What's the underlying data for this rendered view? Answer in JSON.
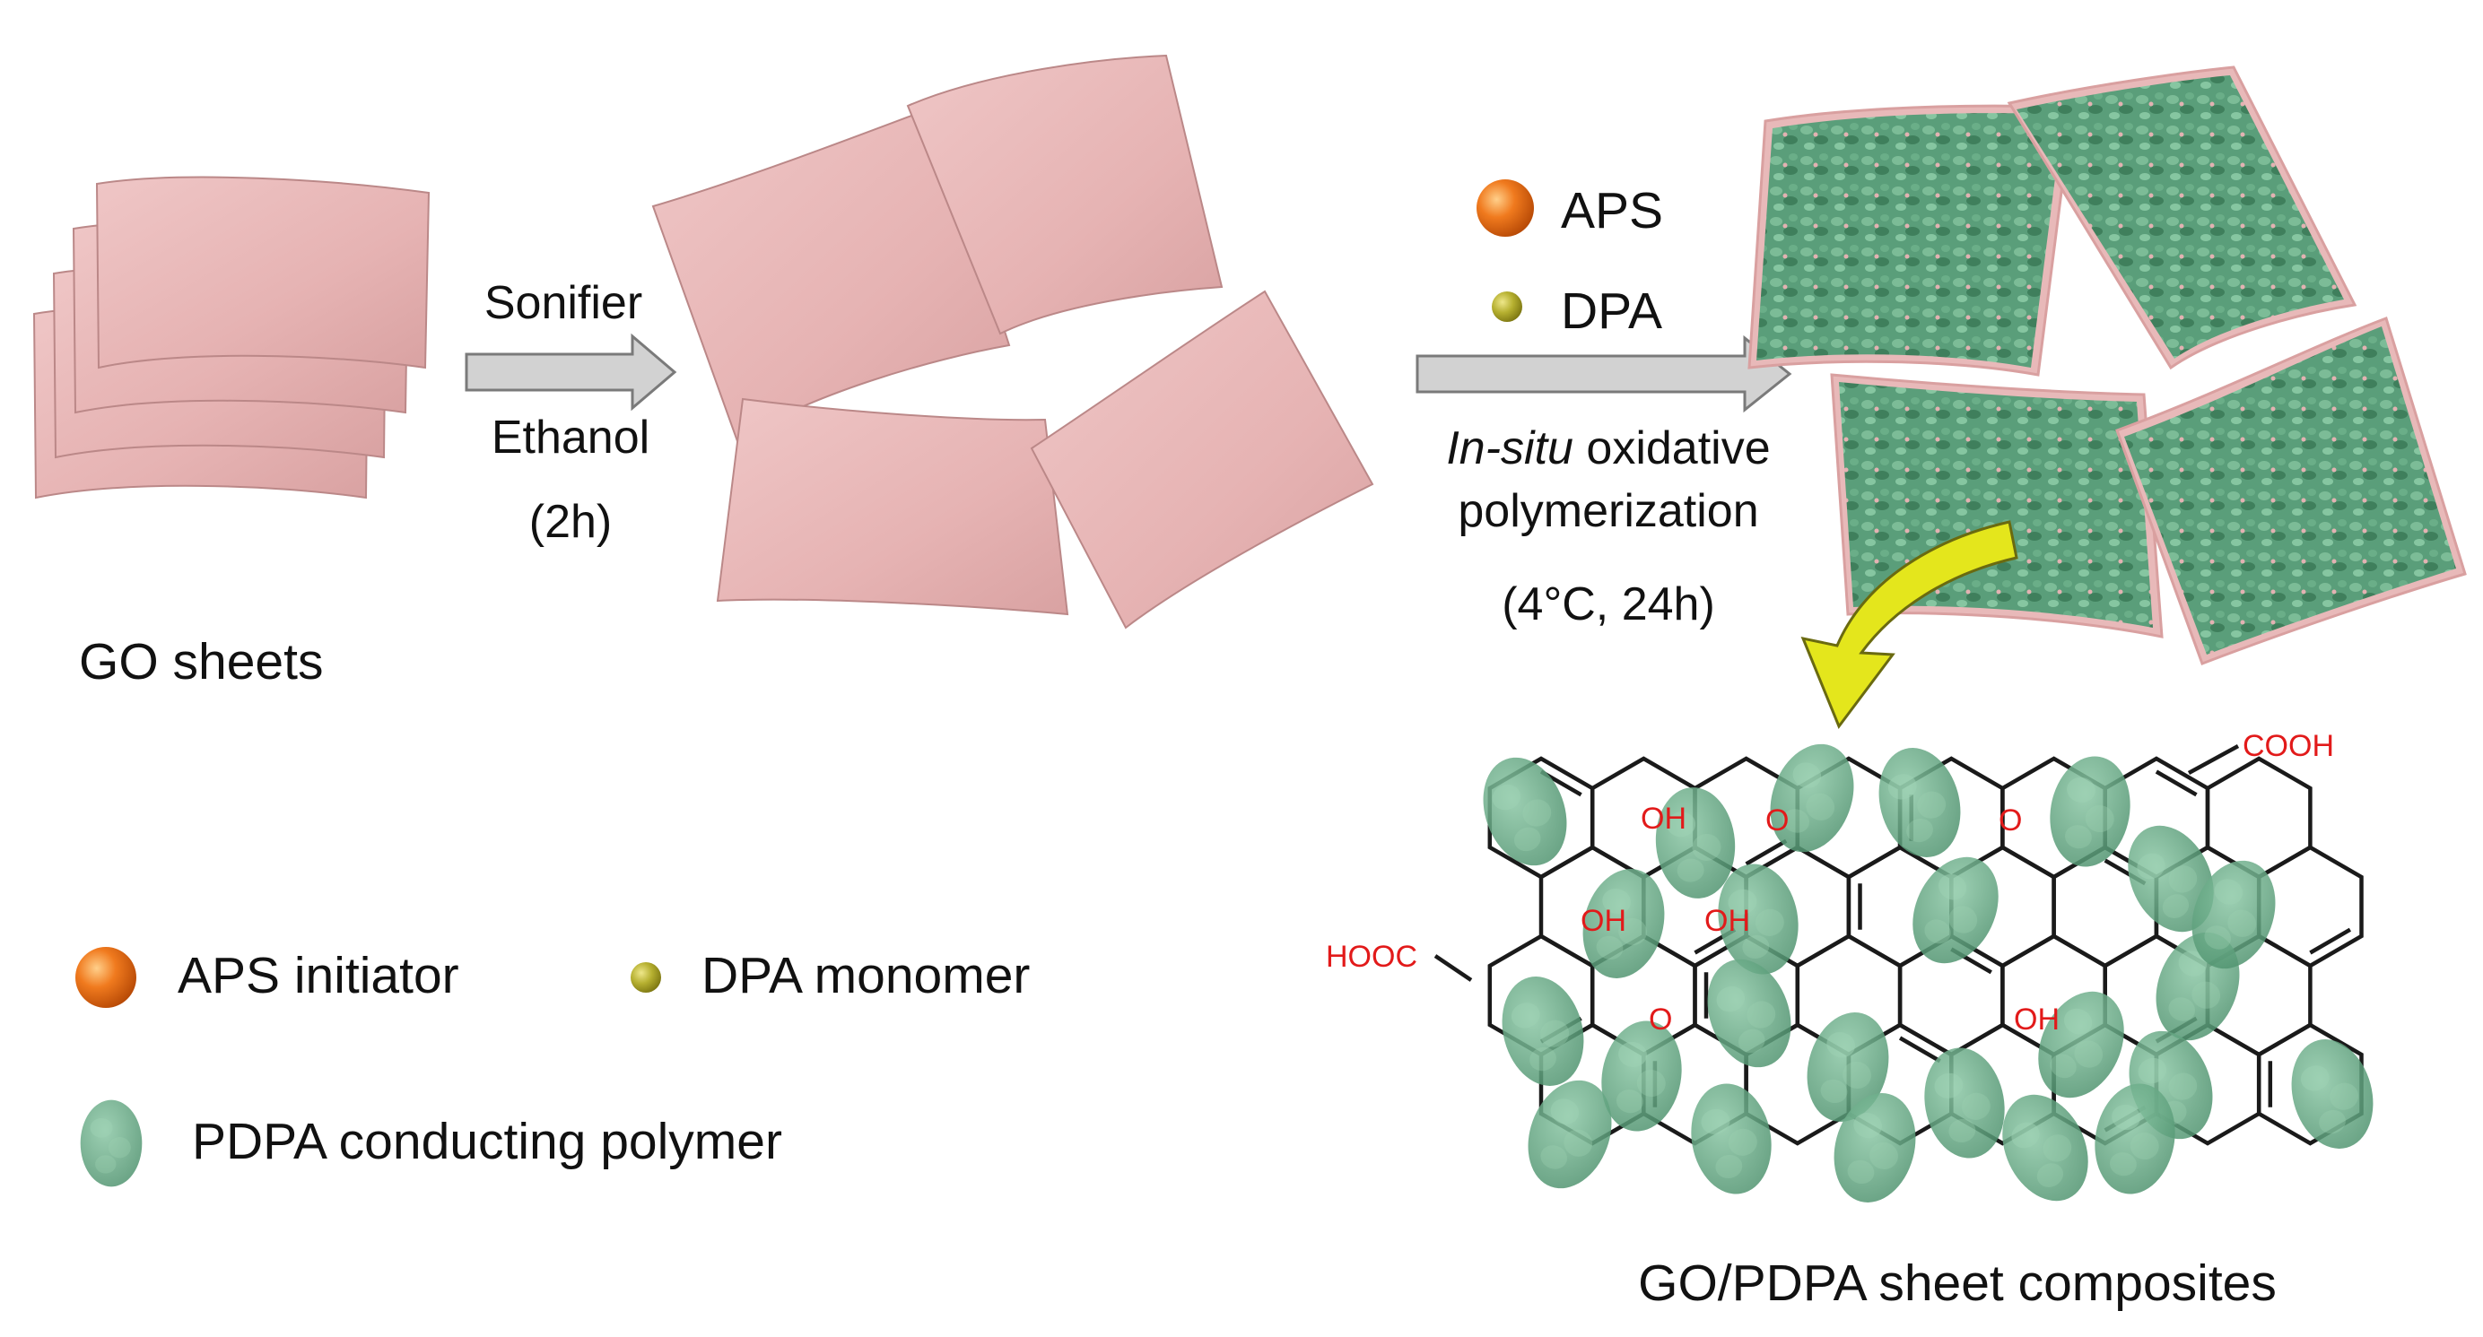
{
  "steps": {
    "step1": {
      "sonifier": "Sonifier",
      "ethanol": "Ethanol",
      "time": "(2h)"
    },
    "step2": {
      "aps": "APS",
      "dpa": "DPA",
      "method_italic": "In-situ",
      "method_rest": " oxidative",
      "method_line2": "polymerization",
      "conditions": "(4°C, 24h)"
    }
  },
  "labels": {
    "go_sheets": "GO sheets",
    "composite": "GO/PDPA sheet composites"
  },
  "legend": {
    "aps": "APS initiator",
    "dpa": "DPA monomer",
    "pdpa": "PDPA conducting polymer"
  },
  "chem_groups": {
    "cooh": "COOH",
    "hooc": "HOOC",
    "oh": "OH",
    "o": "O"
  },
  "colors": {
    "sheet": "#e8b9b9",
    "polymer": "#5a9e7a",
    "aps": "#f07a1e",
    "dpa": "#b6b030",
    "arrow": "#d2d2d2",
    "callout_arrow": "#e4e61c",
    "chem_text": "#e21a1a"
  }
}
